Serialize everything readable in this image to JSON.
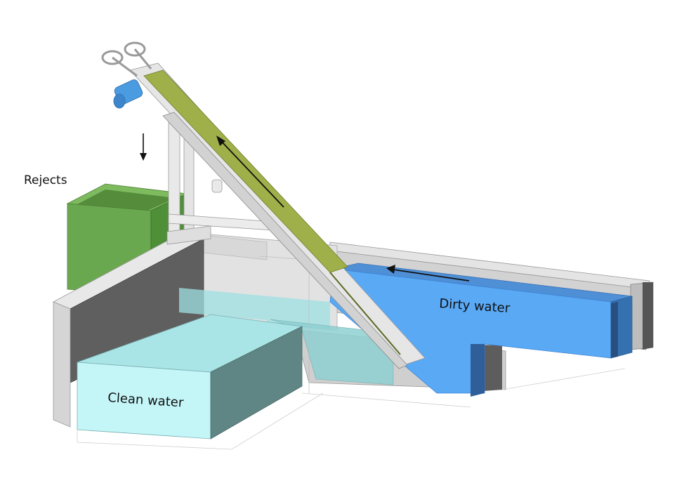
{
  "labels": {
    "rejects": "Rejects",
    "dirty_water": "Dirty water",
    "clean_water": "Clean water"
  },
  "colors": {
    "rejects_bin": "#6aa84f",
    "dirty_water": "#5aa9f5",
    "clean_water": "#c4f6f8",
    "screen_belt": "#9fb04a",
    "motor": "#4a9be0",
    "concrete": "#d6d6d6",
    "concrete_dark": "#5f5f5f",
    "frame": "#e6e6e6"
  },
  "icons": {
    "drop_arrow": "arrow-down-icon",
    "belt_arrow": "arrow-up-left-icon",
    "flow_arrow": "arrow-left-icon"
  }
}
